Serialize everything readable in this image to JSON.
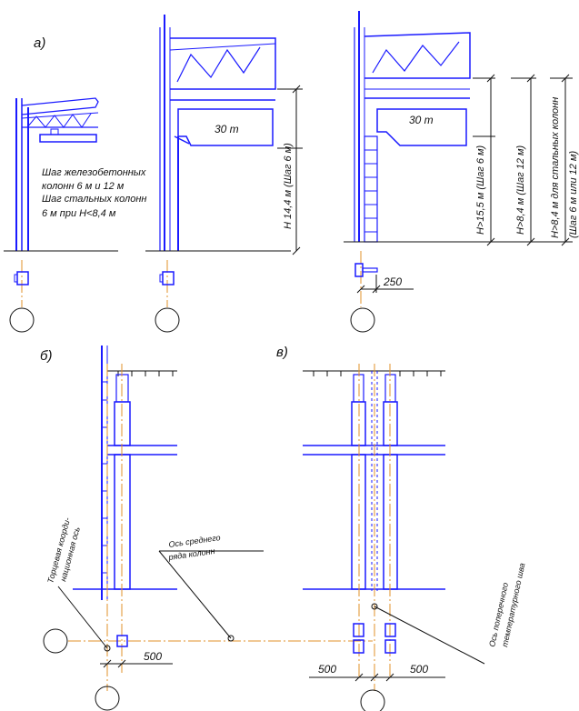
{
  "sections": {
    "a": "а)",
    "b": "б)",
    "v": "в)"
  },
  "notes": {
    "step_line1": "Шаг железобетонных",
    "step_line2": "колонн 6 м и 12 м",
    "step_line3": "Шаг стальных колонн",
    "step_line4": "6 м при H<8,4 м"
  },
  "crane": {
    "load1": "30 т",
    "load2": "30 т"
  },
  "dimensions": {
    "h_14_4": "H 14,4 м (Шаг 6 м)",
    "h_15_5": "H>15,5 м (Шаг 6 м)",
    "h_8_4_12": "H>8,4 м (Шаг 12 м)",
    "h_8_4_steel": "H>8,4 м для стальных колонн",
    "h_8_4_steel2": "(Шаг 6 м или 12 м)",
    "d250": "250",
    "d500_b": "500",
    "d500_v1": "500",
    "d500_v2": "500"
  },
  "callouts": {
    "end_axis_1": "Торцевая коорди-",
    "end_axis_2": "национная ось",
    "middle_row_1": "Ось среднего",
    "middle_row_2": "ряда колонн",
    "expansion_1": "Ось поперечного",
    "expansion_2": "температурного шва"
  },
  "colors": {
    "structure": "#1a1aff",
    "axis": "#e0902a",
    "dimension": "#111111"
  }
}
